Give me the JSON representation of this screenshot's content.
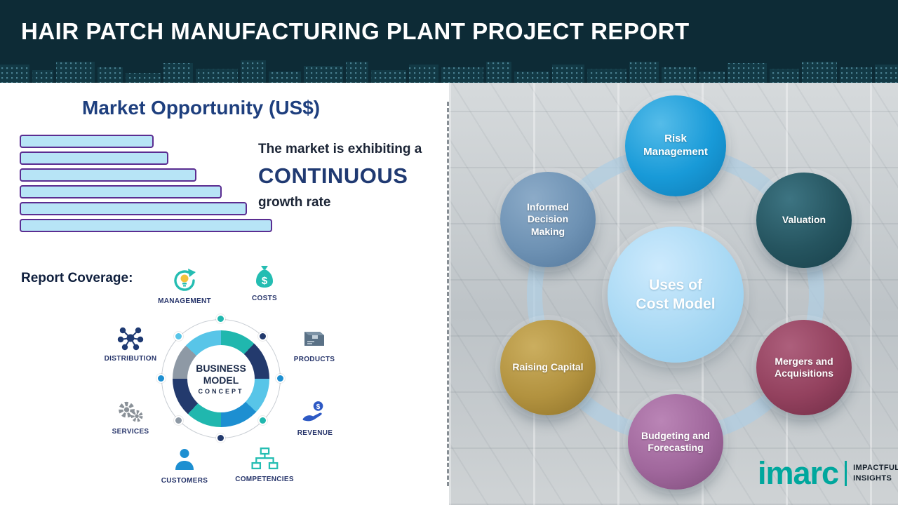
{
  "header": {
    "title": "HAIR PATCH MANUFACTURING PLANT PROJECT REPORT",
    "background_color": "#0d2b36"
  },
  "chart_data": {
    "type": "bar",
    "orientation": "horizontal",
    "title": "Market Opportunity (US$)",
    "categories": [
      "",
      "",
      "",
      "",
      "",
      ""
    ],
    "values": [
      53,
      59,
      70,
      80,
      90,
      100
    ],
    "value_note": "relative bar lengths in percent; axis unlabeled in image",
    "bar_fill": "#b7e4f6",
    "bar_border": "#5b2d91",
    "grid": false,
    "legend": false
  },
  "left": {
    "section_title": "Market Opportunity (US$)",
    "market_text": {
      "line1": "The market is exhibiting a",
      "highlight": "CONTINUOUS",
      "line2": "growth rate"
    },
    "report_coverage_label": "Report Coverage:",
    "business_model": {
      "center_line1": "BUSINESS",
      "center_line2": "MODEL",
      "center_line3": "CONCEPT",
      "items": [
        {
          "label": "MANAGEMENT",
          "icon": "management-icon"
        },
        {
          "label": "COSTS",
          "icon": "costs-icon"
        },
        {
          "label": "DISTRIBUTION",
          "icon": "distribution-icon"
        },
        {
          "label": "PRODUCTS",
          "icon": "products-icon"
        },
        {
          "label": "SERVICES",
          "icon": "services-icon"
        },
        {
          "label": "REVENUE",
          "icon": "revenue-icon"
        },
        {
          "label": "CUSTOMERS",
          "icon": "customers-icon"
        },
        {
          "label": "COMPETENCIES",
          "icon": "competencies-icon"
        }
      ]
    }
  },
  "right": {
    "diagram": {
      "center_line1": "Uses of",
      "center_line2": "Cost Model",
      "center_color": "#a5d7f3",
      "nodes": [
        {
          "label": "Risk Management",
          "color": "#189ad8",
          "color_light": "#55bce9",
          "color_dark": "#0e7ab3"
        },
        {
          "label": "Valuation",
          "color": "#25545f",
          "color_light": "#3d7482",
          "color_dark": "#173f49"
        },
        {
          "label": "Mergers and Acquisitions",
          "color": "#93415e",
          "color_light": "#ad5f7c",
          "color_dark": "#6e2b44"
        },
        {
          "label": "Budgeting and Forecasting",
          "color": "#a0679c",
          "color_light": "#ba85b6",
          "color_dark": "#7c4a78"
        },
        {
          "label": "Raising Capital",
          "color": "#b2923f",
          "color_light": "#cbae5f",
          "color_dark": "#8c7028"
        },
        {
          "label": "Informed Decision Making",
          "color": "#6e92b4",
          "color_light": "#8cabc8",
          "color_dark": "#52769a"
        }
      ]
    }
  },
  "footer": {
    "logo_text": "imarc",
    "tagline_line1": "IMPACTFUL",
    "tagline_line2": "INSIGHTS",
    "logo_color": "#00a79d"
  }
}
